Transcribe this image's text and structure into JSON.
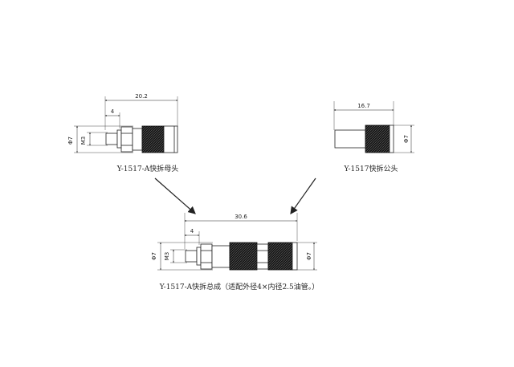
{
  "part_female": {
    "caption": "Y-1517-A快拆母头",
    "dim_length": "20.2",
    "dim_hex": "4",
    "dim_dia": "Φ7",
    "dim_thread": "M3"
  },
  "part_male": {
    "caption": "Y-1517快拆公头",
    "dim_length": "16.7",
    "dim_dia": "Φ7"
  },
  "assembly": {
    "caption": "Y-1517-A快拆总成（适配外径4×内径2.5油管。）",
    "dim_length": "30.6",
    "dim_hex": "4",
    "dim_dia_left": "Φ7",
    "dim_thread": "M3",
    "dim_dia_right": "Φ7"
  },
  "colors": {
    "line": "#222222",
    "knurl": "#111111",
    "knurl_highlight": "#7a7a7a"
  }
}
